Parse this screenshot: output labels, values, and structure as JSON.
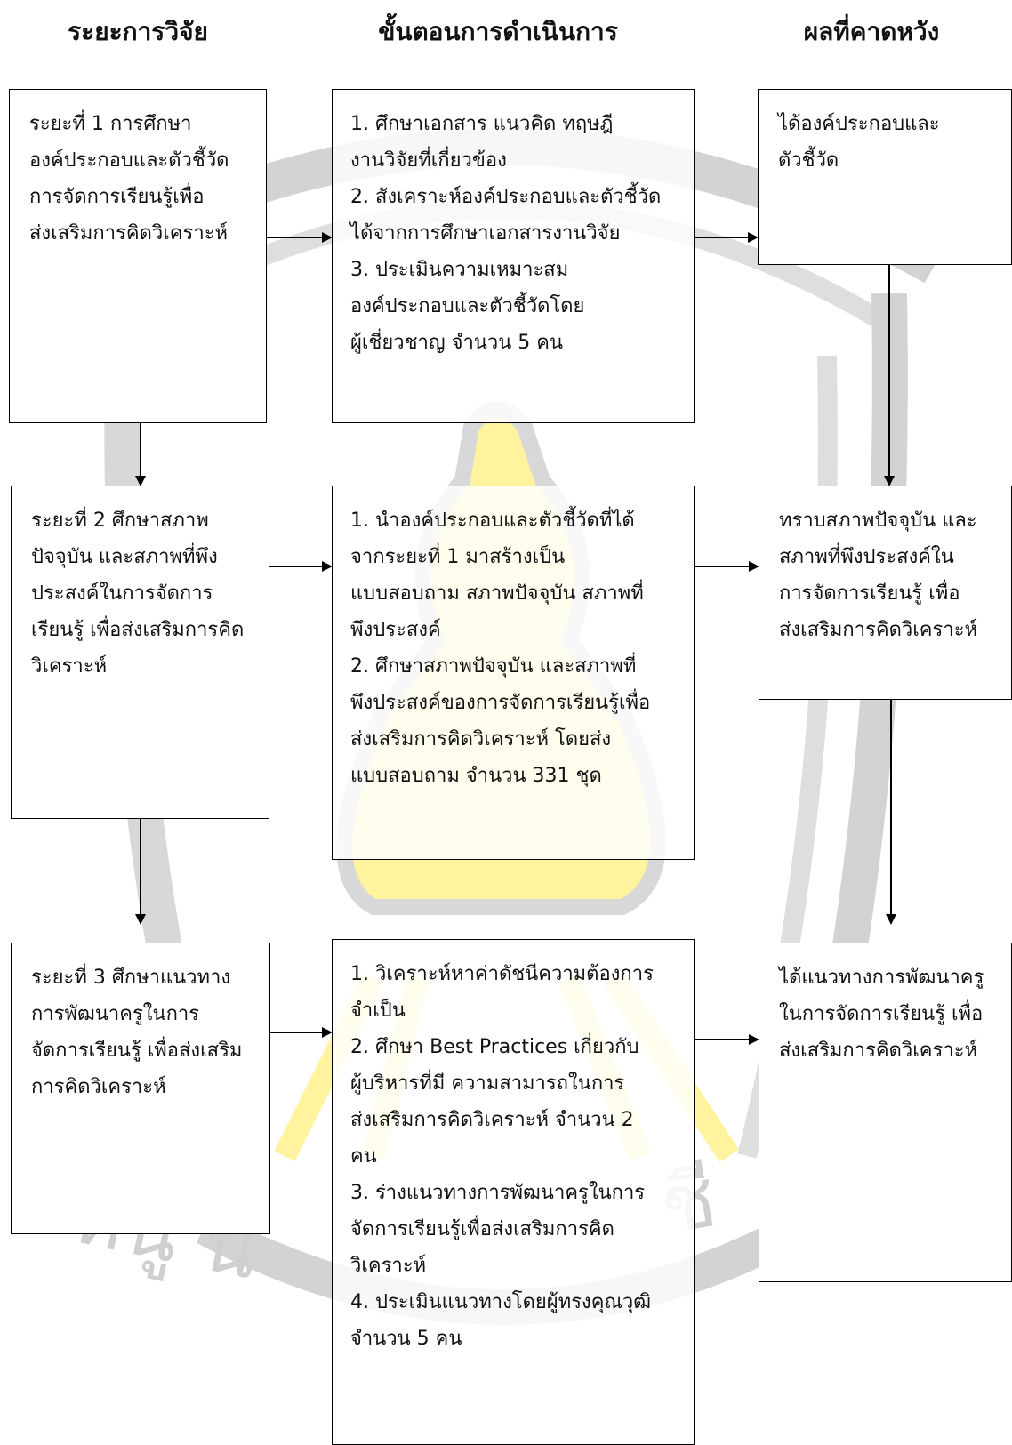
{
  "headers": {
    "col1": "ระยะการวิจัย",
    "col2": "ขั้นตอนการดำเนินการ",
    "col3": "ผลที่คาดหวัง"
  },
  "phases": [
    {
      "text": "ระยะที่ 1 การศึกษา\nองค์ประกอบและตัวชี้วัด\nการจัดการเรียนรู้เพื่อ\nส่งเสริมการคิดวิเคราะห์"
    },
    {
      "text": "ระยะที่ 2 ศึกษาสภาพ\nปัจจุบัน และสภาพที่พึง\nประสงค์ในการจัดการ\nเรียนรู้ เพื่อส่งเสริมการคิด\nวิเคราะห์"
    },
    {
      "text": "ระยะที่ 3 ศึกษาแนวทาง\nการพัฒนาครูในการ\nจัดการเรียนรู้ เพื่อส่งเสริม\nการคิดวิเคราะห์"
    }
  ],
  "steps": [
    {
      "text": "1. ศึกษาเอกสาร แนวคิด ทฤษฎี\nงานวิจัยที่เกี่ยวข้อง\n2. สังเคราะห์องค์ประกอบและตัวชี้วัด\nได้จากการศึกษาเอกสารงานวิจัย\n3. ประเมินความเหมาะสม\nองค์ประกอบและตัวชี้วัดโดย\nผู้เชี่ยวชาญ จำนวน 5 คน"
    },
    {
      "text": "1.  นำองค์ประกอบและตัวชี้วัดที่ได้\nจากระยะที่ 1 มาสร้างเป็น\nแบบสอบถาม สภาพปัจจุบัน สภาพที่\nพึงประสงค์\n2. ศึกษาสภาพปัจจุบัน และสภาพที่\nพึงประสงค์ของการจัดการเรียนรู้เพื่อ\nส่งเสริมการคิดวิเคราะห์ โดยส่ง\nแบบสอบถาม จำนวน 331 ชุด"
    },
    {
      "text": "1. วิเคราะห์หาค่าดัชนีความต้องการ\nจำเป็น\n2. ศึกษา Best Practices เกี่ยวกับ\nผู้บริหารที่มี ความสามารถในการ\nส่งเสริมการคิดวิเคราะห์ จำนวน 2\nคน\n3. ร่างแนวทางการพัฒนาครูในการ\nจัดการเรียนรู้เพื่อส่งเสริมการคิด\nวิเคราะห์\n4. ประเมินแนวทางโดยผู้ทรงคุณวุฒิ\nจำนวน 5 คน"
    }
  ],
  "results": [
    {
      "text": "ได้องค์ประกอบและ\nตัวชี้วัด"
    },
    {
      "text": "ทราบสภาพปัจจุบัน และ\nสภาพที่พึงประสงค์ใน\nการจัดการเรียนรู้ เพื่อ\nส่งเสริมการคิดวิเคราะห์"
    },
    {
      "text": "ได้แนวทางการพัฒนาครู\nในการจัดการเรียนรู้ เพื่อ\nส่งเสริมการคิดวิเคราะห์"
    }
  ],
  "watermark": {
    "text_left": "หนู น",
    "text_right": "ชี",
    "ring_color": "#d0d0d0",
    "accent_color": "#ffee58"
  }
}
